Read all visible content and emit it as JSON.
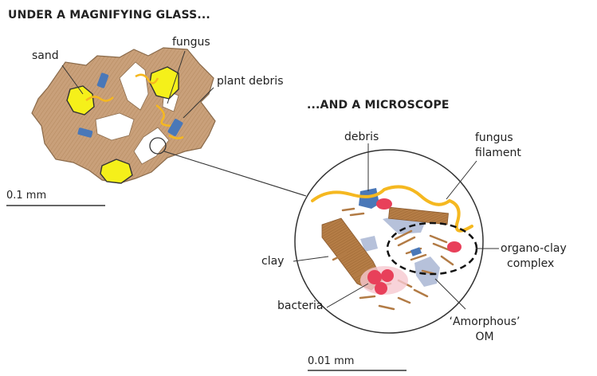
{
  "headings": {
    "magnifying": "UNDER A MAGNIFYING GLASS...",
    "microscope": "...AND A MICROSCOPE"
  },
  "labels": {
    "sand": "sand",
    "fungus": "fungus",
    "plant_debris": "plant debris",
    "debris": "debris",
    "fungus_filament_line1": "fungus",
    "fungus_filament_line2": "filament",
    "organo_clay_line1": "organo-clay",
    "organo_clay_line2": "complex",
    "clay": "clay",
    "bacteria": "bacteria",
    "amorphous_line1": "‘Amorphous’",
    "amorphous_line2": "OM"
  },
  "scales": {
    "left": "0.1 mm",
    "right": "0.01 mm"
  },
  "colors": {
    "soil": "#c9a07a",
    "soil_outline": "#8a6a4a",
    "sand": "#f5f01a",
    "fungus": "#f5b820",
    "debris": "#4a78b8",
    "clay": "#b27b45",
    "bacteria": "#e8405a",
    "amorphous": "#a9b6d3"
  }
}
